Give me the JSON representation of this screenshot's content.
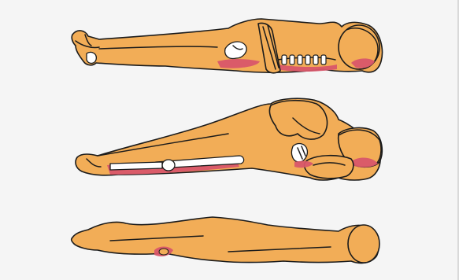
{
  "figure": {
    "figures": [
      {
        "position": "supine",
        "pressure_areas": [
          "occiput",
          "sacrum",
          "heels"
        ]
      },
      {
        "position": "lateral",
        "pressure_areas": [
          "ear",
          "hip",
          "lateral leg"
        ]
      },
      {
        "position": "prone",
        "pressure_areas": [
          "knee"
        ]
      }
    ],
    "colors": {
      "skin": "#f2ad57",
      "outline": "#1b1b1b",
      "pressure": "#d8566a",
      "bone": "#ffffff",
      "background": "#f5f5f5"
    }
  }
}
